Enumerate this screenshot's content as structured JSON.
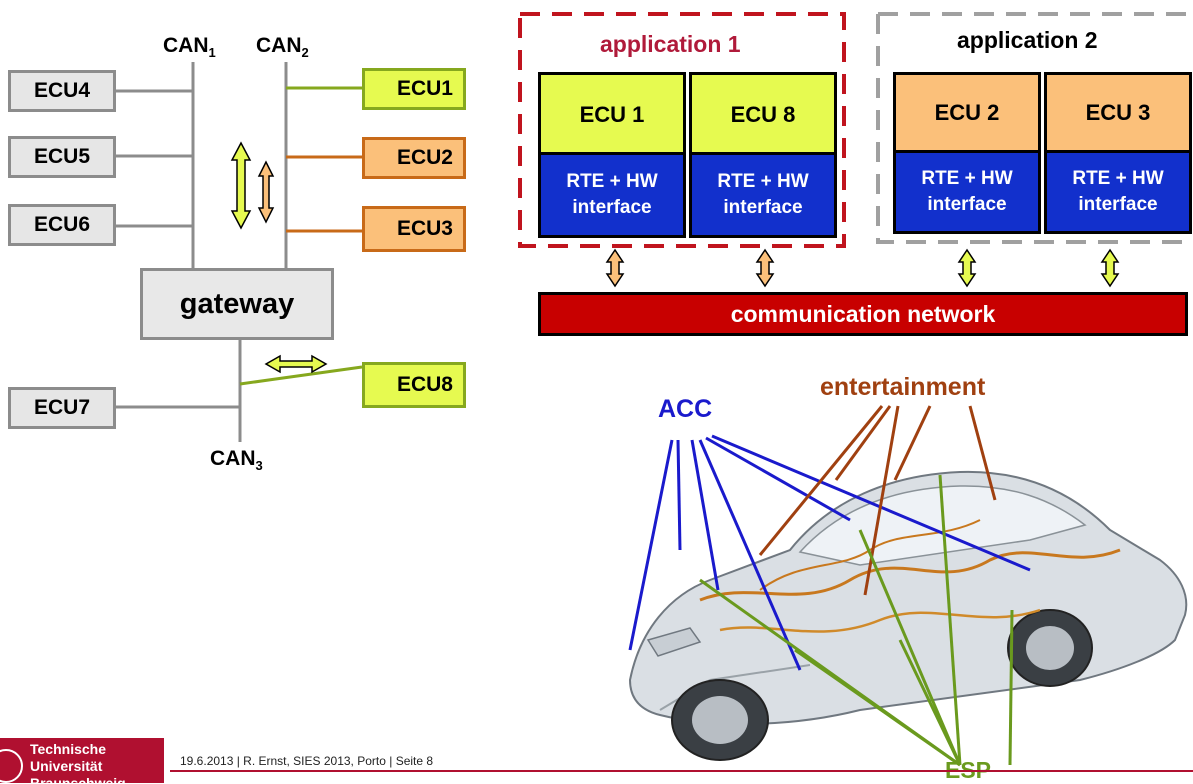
{
  "bus_diagram": {
    "can_labels": {
      "can1": "CAN",
      "can1_sub": "1",
      "can2": "CAN",
      "can2_sub": "2",
      "can3": "CAN",
      "can3_sub": "3"
    },
    "gateway": "gateway",
    "ecus": {
      "ecu4": "ECU4",
      "ecu5": "ECU5",
      "ecu6": "ECU6",
      "ecu7": "ECU7",
      "ecu1": "ECU1",
      "ecu2": "ECU2",
      "ecu3": "ECU3",
      "ecu8": "ECU8"
    }
  },
  "architecture": {
    "app1_title": "application 1",
    "app2_title": "application 2",
    "app1_ecus": [
      "ECU 1",
      "ECU 8"
    ],
    "app2_ecus": [
      "ECU 2",
      "ECU 3"
    ],
    "rte_line1": "RTE + HW",
    "rte_line2": "interface",
    "network": "communication network"
  },
  "car_image": {
    "acc": "ACC",
    "entertainment": "entertainment",
    "esp": "ESP"
  },
  "footer": {
    "logo_line1": "Technische",
    "logo_line2": "Universität",
    "logo_line3": "Braunschweig",
    "caption": "19.6.2013 | R. Ernst, SIES 2013, Porto | Seite 8"
  },
  "colors": {
    "lime": "#e6fa50",
    "orange": "#fbc07a",
    "gray": "#e6e6e6",
    "rte_blue": "#1230cc",
    "network_red": "#c80000",
    "app1_border": "#c0141e",
    "acc_blue": "#1a1acc",
    "entertainment_brown": "#a04010",
    "esp_green": "#6a9a1e",
    "tu_red": "#b01030"
  }
}
